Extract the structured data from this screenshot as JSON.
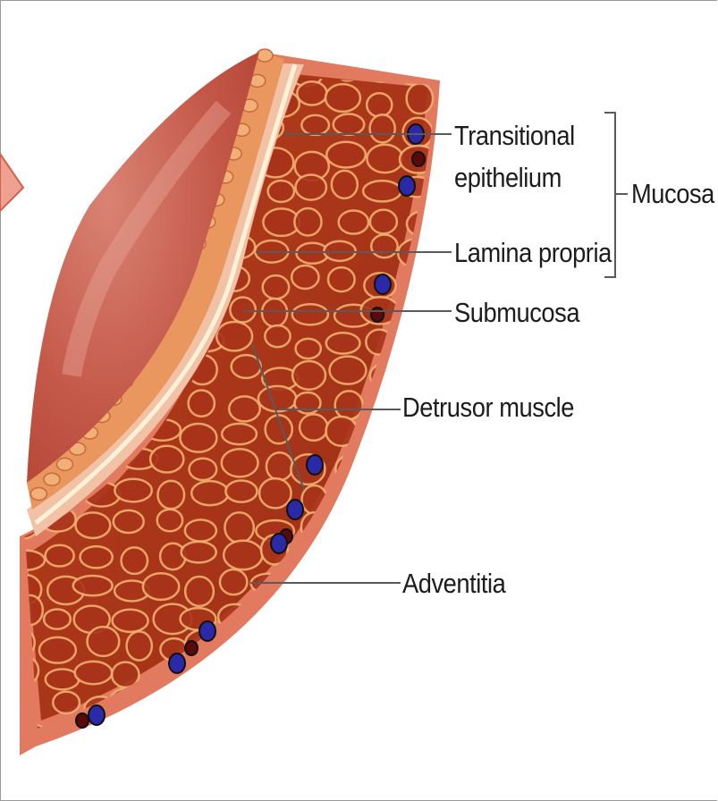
{
  "labels": {
    "transitional_line1": "Transitional",
    "transitional_line2": "epithelium",
    "lamina_propria": "Lamina propria",
    "submucosa": "Submucosa",
    "detrusor_muscle": "Detrusor muscle",
    "adventitia": "Adventitia",
    "mucosa": "Mucosa"
  },
  "colors": {
    "lumen": "#c85a4c",
    "epithelium": "#e69a6a",
    "muscle": "#a8341a",
    "muscle_lines": "#f0b070",
    "adventitia": "#e47a62",
    "vessel_blue": "#2a2aa8",
    "vessel_red": "#5a0a0a",
    "leader_line": "#5a5a5a"
  }
}
